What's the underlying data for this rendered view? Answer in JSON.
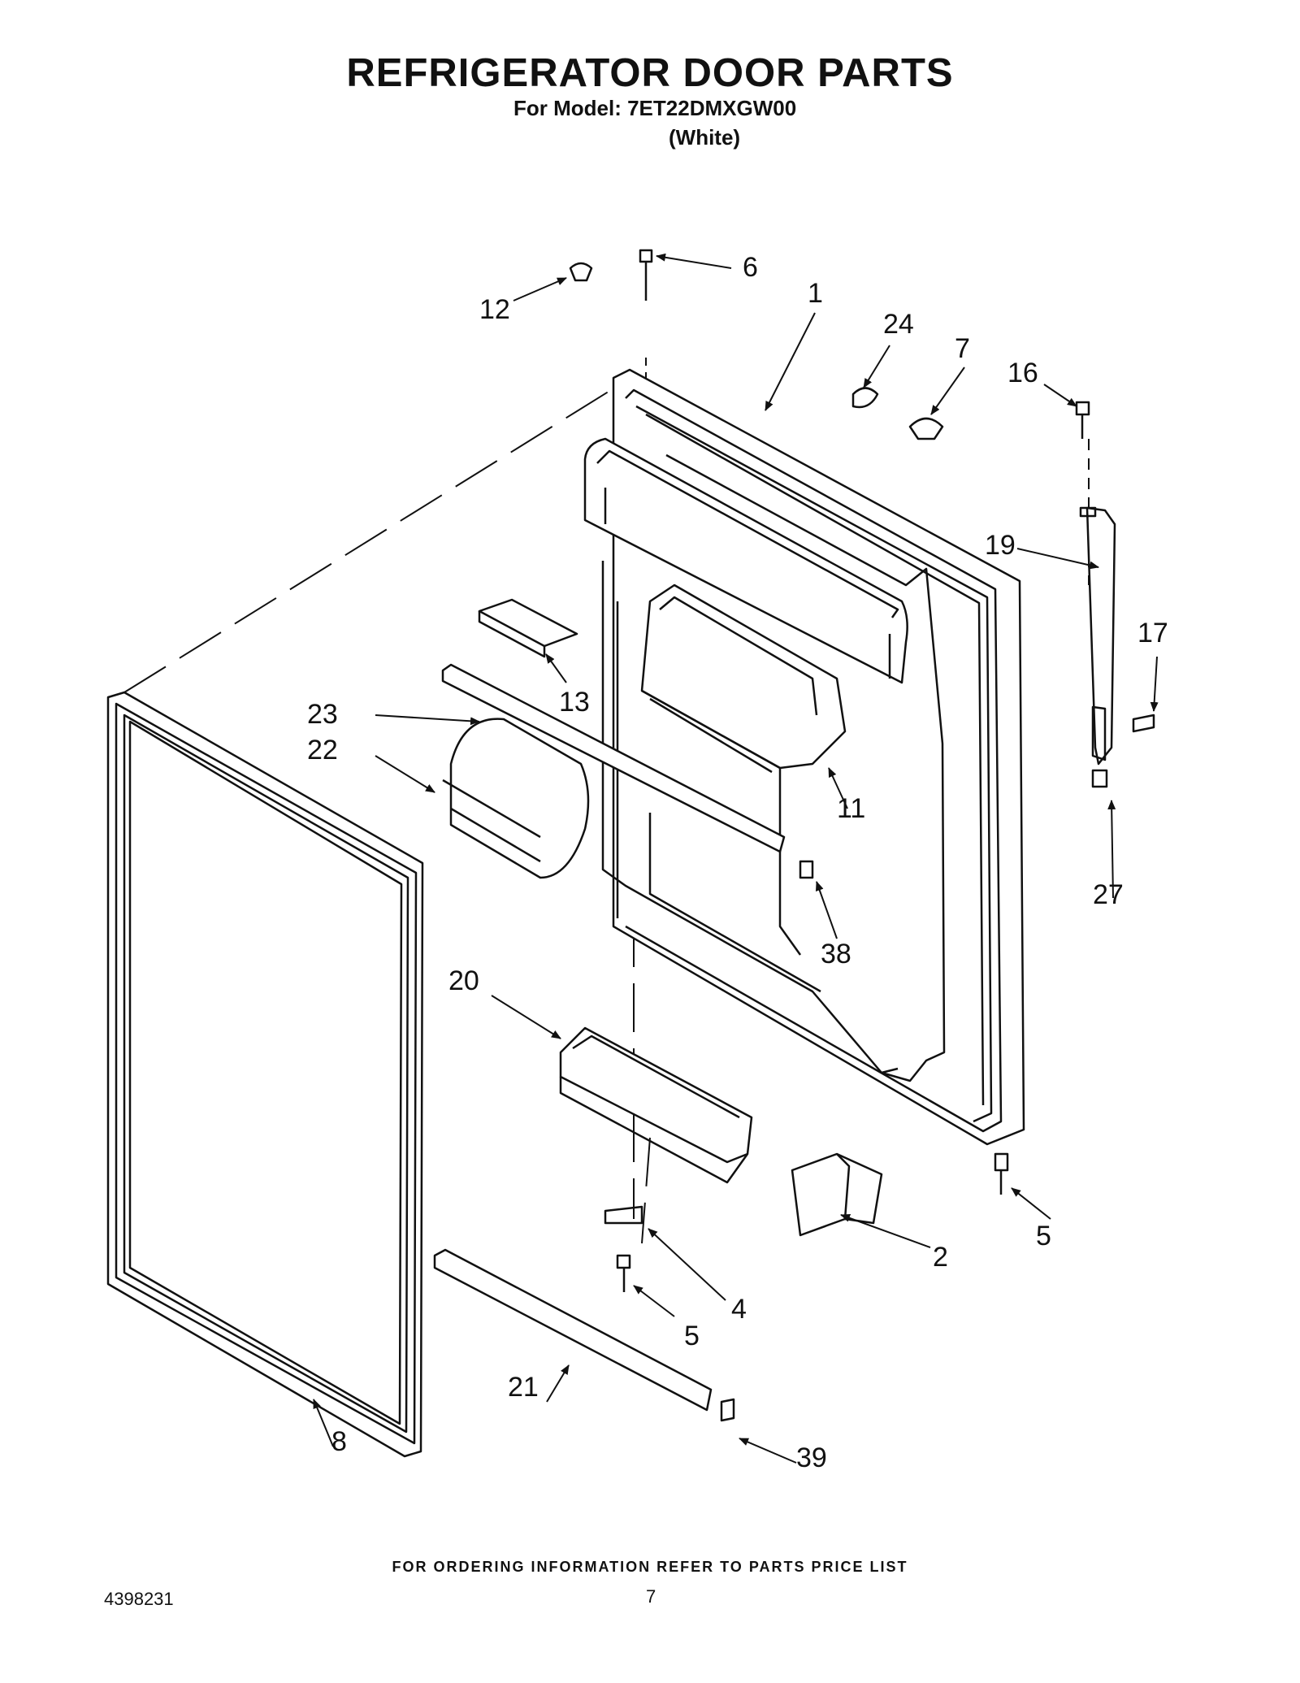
{
  "title": "REFRIGERATOR DOOR PARTS",
  "model_line": "For Model: 7ET22DMXGW00",
  "color_line": "(White)",
  "footer_note": "FOR ORDERING INFORMATION REFER TO PARTS PRICE LIST",
  "doc_number": "4398231",
  "page_number": "7",
  "callouts": [
    {
      "id": "c12",
      "text": "12"
    },
    {
      "id": "c6",
      "text": "6"
    },
    {
      "id": "c1",
      "text": "1"
    },
    {
      "id": "c24",
      "text": "24"
    },
    {
      "id": "c7",
      "text": "7"
    },
    {
      "id": "c16",
      "text": "16"
    },
    {
      "id": "c19",
      "text": "19"
    },
    {
      "id": "c17",
      "text": "17"
    },
    {
      "id": "c13",
      "text": "13"
    },
    {
      "id": "c23",
      "text": "23"
    },
    {
      "id": "c22",
      "text": "22"
    },
    {
      "id": "c11",
      "text": "11"
    },
    {
      "id": "c27",
      "text": "27"
    },
    {
      "id": "c38",
      "text": "38"
    },
    {
      "id": "c20",
      "text": "20"
    },
    {
      "id": "c5a",
      "text": "5"
    },
    {
      "id": "c2",
      "text": "2"
    },
    {
      "id": "c4",
      "text": "4"
    },
    {
      "id": "c5b",
      "text": "5"
    },
    {
      "id": "c21",
      "text": "21"
    },
    {
      "id": "c8",
      "text": "8"
    },
    {
      "id": "c39",
      "text": "39"
    }
  ]
}
